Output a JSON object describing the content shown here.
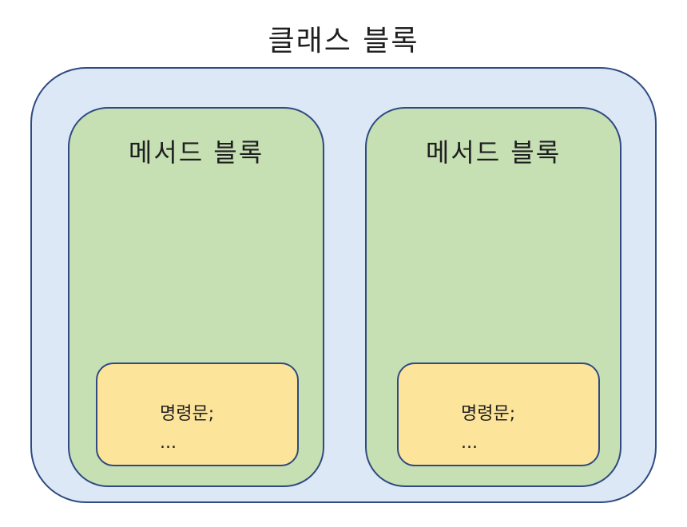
{
  "class_block": {
    "title": "클래스 블록"
  },
  "method_blocks": [
    {
      "title": "메서드 블록",
      "statements": [
        "명령문;",
        "..."
      ]
    },
    {
      "title": "메서드 블록",
      "statements": [
        "명령문;",
        "..."
      ]
    }
  ],
  "colors": {
    "class_fill": "#dce8f5",
    "method_fill": "#c6dfb3",
    "statement_fill": "#fde49b",
    "border": "#2f4a82"
  }
}
